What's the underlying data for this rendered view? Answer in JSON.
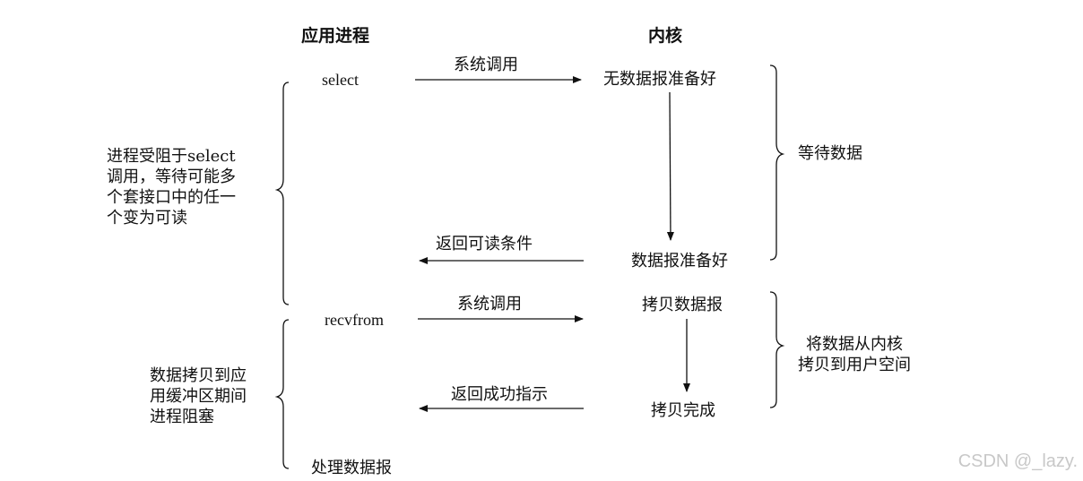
{
  "headers": {
    "app_process": "应用进程",
    "kernel": "内核"
  },
  "app": {
    "select": "select",
    "recvfrom": "recvfrom",
    "process_datagram": "处理数据报"
  },
  "arrows": {
    "syscall_1": "系统调用",
    "return_readable": "返回可读条件",
    "syscall_2": "系统调用",
    "return_success": "返回成功指示"
  },
  "kernel": {
    "no_datagram_ready": "无数据报准备好",
    "datagram_ready": "数据报准备好",
    "copy_datagram": "拷贝数据报",
    "copy_complete": "拷贝完成"
  },
  "left_notes": {
    "blocked_in_select": "进程受阻于select\n调用，等待可能多\n个套接口中的任一\n个变为可读",
    "blocked_during_copy": "数据拷贝到应\n用缓冲区期间\n进程阻塞"
  },
  "right_notes": {
    "wait_for_data": "等待数据",
    "copy_to_user": "将数据从内核\n拷贝到用户空间"
  },
  "watermark": "CSDN @_lazy."
}
